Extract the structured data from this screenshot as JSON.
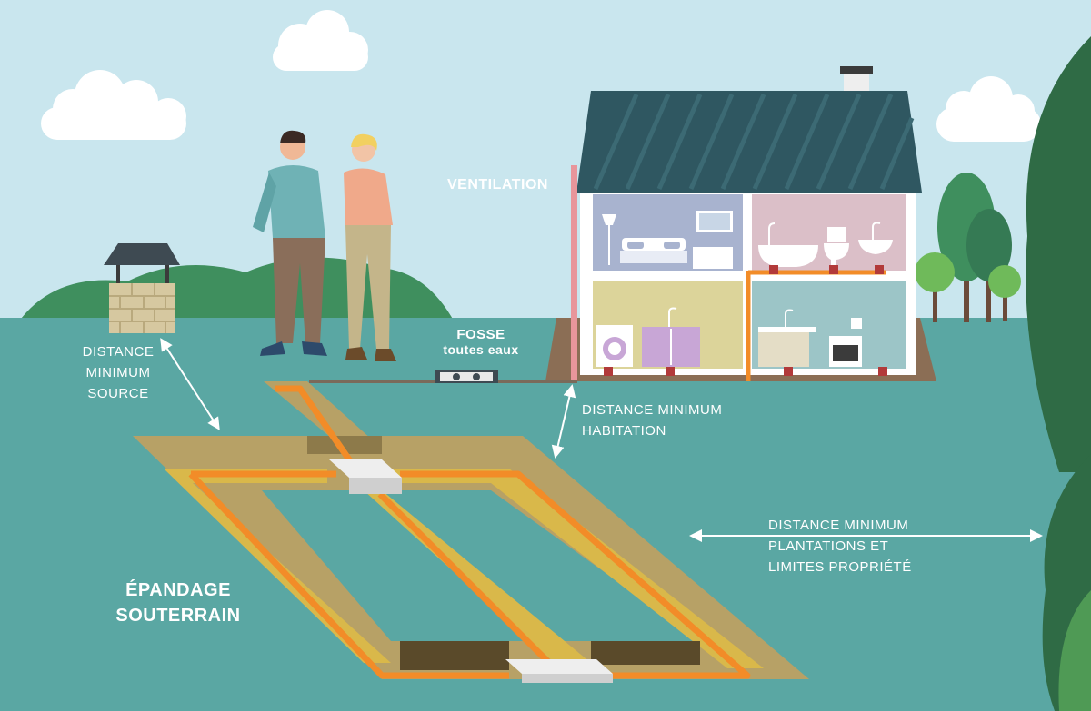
{
  "labels": {
    "ventilation": "VENTILATION",
    "fosse_title": "FOSSE",
    "fosse_subtitle": "toutes eaux",
    "distance_source": [
      "DISTANCE",
      "MINIMUM",
      "SOURCE"
    ],
    "distance_habitation": [
      "DISTANCE MINIMUM",
      "HABITATION"
    ],
    "distance_plantations": [
      "DISTANCE MINIMUM",
      "PLANTATIONS ET",
      "LIMITES PROPRIÉTÉ"
    ],
    "epandage": [
      "ÉPANDAGE",
      "SOUTERRAIN"
    ]
  },
  "colors": {
    "sky": "#c9e6ee",
    "ground": "#5aa7a3",
    "roof": "#2f5761",
    "pipe": "#f28c28",
    "trench": "#b7a166",
    "gravel": "#d9b84a",
    "vent_pipe": "#e8969b"
  },
  "icons": [
    "cloud-icon",
    "tree-icon",
    "well-icon",
    "house-icon",
    "couple-icon",
    "bathtub-icon",
    "toilet-icon",
    "sink-icon",
    "washing-machine-icon",
    "oven-icon",
    "bed-icon",
    "tv-icon",
    "lamp-icon",
    "double-arrow-icon",
    "septic-tank-icon",
    "distribution-box-icon"
  ]
}
